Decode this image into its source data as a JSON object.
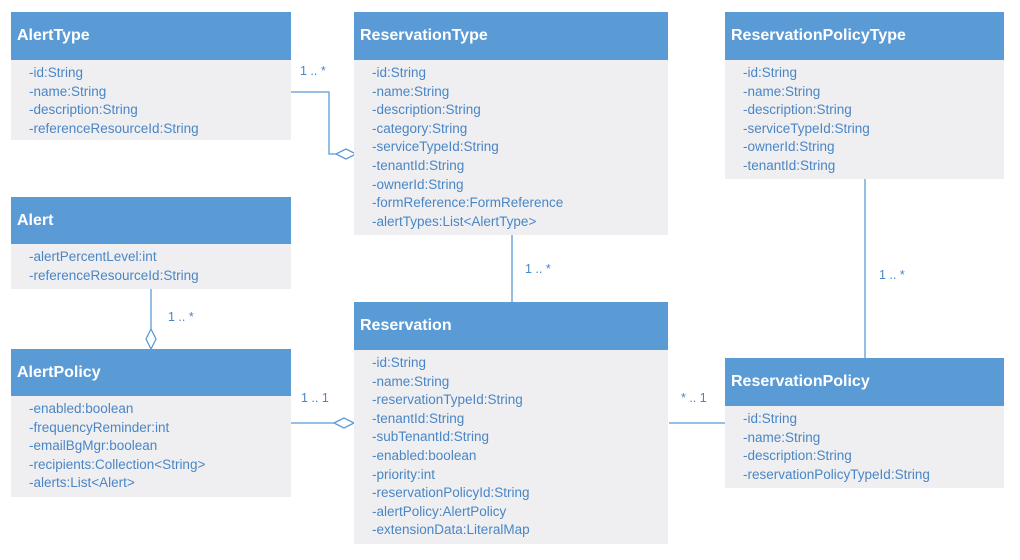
{
  "classes": {
    "alert_type": {
      "name": "AlertType",
      "attributes": [
        "-id:String",
        "-name:String",
        "-description:String",
        "-referenceResourceId:String"
      ]
    },
    "reservation_type": {
      "name": "ReservationType",
      "attributes": [
        "-id:String",
        "-name:String",
        "-description:String",
        "-category:String",
        "-serviceTypeId:String",
        "-tenantId:String",
        "-ownerId:String",
        "-formReference:FormReference",
        "-alertTypes:List<AlertType>"
      ]
    },
    "reservation_policy_type": {
      "name": "ReservationPolicyType",
      "attributes": [
        "-id:String",
        "-name:String",
        "-description:String",
        "-serviceTypeId:String",
        "-ownerId:String",
        "-tenantId:String"
      ]
    },
    "alert": {
      "name": "Alert",
      "attributes": [
        "-alertPercentLevel:int",
        "-referenceResourceId:String"
      ]
    },
    "alert_policy": {
      "name": "AlertPolicy",
      "attributes": [
        "-enabled:boolean",
        "-frequencyReminder:int",
        "-emailBgMgr:boolean",
        "-recipients:Collection<String>",
        "-alerts:List<Alert>"
      ]
    },
    "reservation": {
      "name": "Reservation",
      "attributes": [
        "-id:String",
        "-name:String",
        "-reservationTypeId:String",
        "-tenantId:String",
        "-subTenantId:String",
        "-enabled:boolean",
        "-priority:int",
        "-reservationPolicyId:String",
        "-alertPolicy:AlertPolicy",
        "-extensionData:LiteralMap"
      ]
    },
    "reservation_policy": {
      "name": "ReservationPolicy",
      "attributes": [
        "-id:String",
        "-name:String",
        "-description:String",
        "-reservationPolicyTypeId:String"
      ]
    }
  },
  "relations": {
    "alerttype_reservationtype": "1 .. *",
    "reservationtype_reservation": "1 .. *",
    "policytype_policy": "1 .. *",
    "alert_alertpolicy": "1 .. *",
    "alertpolicy_reservation": "1 .. 1",
    "reservation_policy": "* .. 1"
  },
  "colors": {
    "header": "#5b9bd5",
    "body": "#efeff1",
    "text": "#4a86c5",
    "line": "#5b9bd5"
  }
}
